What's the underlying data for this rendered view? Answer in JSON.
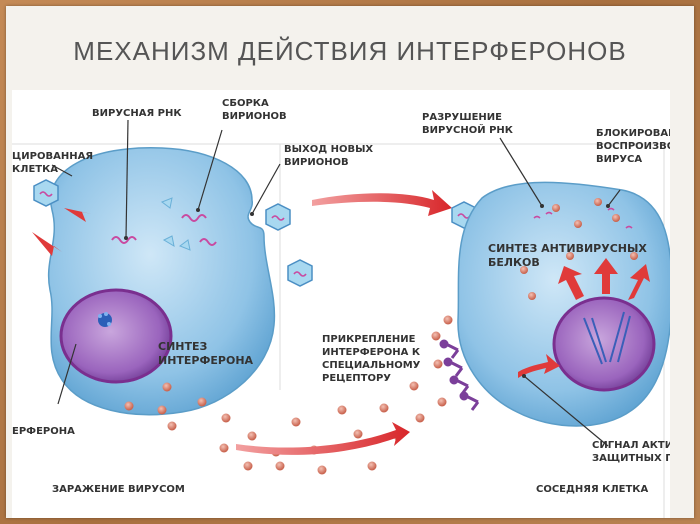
{
  "title": "МЕХАНИЗМ ДЕЙСТВИЯ ИНТЕРФЕРОНОВ",
  "labels": {
    "viral_rna": "ВИРУСНАЯ РНК",
    "assembly_1": "СБОРКА",
    "assembly_2": "ВИРИОНОВ",
    "exit_1": "ВЫХОД НОВЫХ",
    "exit_2": "ВИРИОНОВ",
    "infected_1": "ЦИРОВАННАЯ",
    "infected_2": "КЛЕТКА",
    "synth_ifn_1": "СИНТЕЗ",
    "synth_ifn_2": "ИНТЕРФЕРОНА",
    "ifn_gene": "ЕРФЕРОНА",
    "infection": "ЗАРАЖЕНИЕ ВИРУСОМ",
    "attach_1": "ПРИКРЕПЛЕНИЕ",
    "attach_2": "ИНТЕРФЕРОНА К",
    "attach_3": "СПЕЦИАЛЬНОМУ",
    "attach_4": "РЕЦЕПТОРУ",
    "destroy_1": "РАЗРУШЕНИЕ",
    "destroy_2": "ВИРУСНОЙ РНК",
    "block_1": "БЛОКИРОВАНИ",
    "block_2": "ВОСПРОИЗВОД",
    "block_3": "ВИРУСА",
    "antiviral_1": "СИНТЕЗ АНТИВИРУСНЫХ",
    "antiviral_2": "БЕЛКОВ",
    "signal_1": "СИГНАЛ АКТИ",
    "signal_2": "ЗАЩИТНЫХ ГЕ",
    "neighbor": "СОСЕДНЯЯ КЛЕТКА"
  },
  "colors": {
    "cell": "#8fc3e6",
    "nucleus": "#8a52b0",
    "arrow": "#e03a3a",
    "interferon": "#d88070",
    "receptor": "#7b3f9a"
  }
}
